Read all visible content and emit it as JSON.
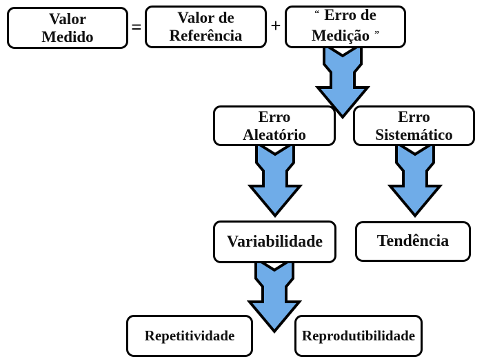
{
  "colors": {
    "arrow_fill": "#6FACE8",
    "arrow_stroke": "#000000",
    "box_border": "#000000",
    "background": "#FFFFFF"
  },
  "equation": {
    "measured": {
      "line1": "Valor",
      "line2": "Medido"
    },
    "equals_sign": "=",
    "reference": {
      "line1": "Valor de",
      "line2": "Referência"
    },
    "plus_sign": "+",
    "measurement_error": {
      "quote_open": "“",
      "line1": "Erro de",
      "line2": "Medição",
      "quote_close": "”"
    }
  },
  "nodes": {
    "random_error": {
      "line1": "Erro",
      "line2": "Aleatório"
    },
    "systematic_error": {
      "line1": "Erro",
      "line2": "Sistemático"
    },
    "variability": {
      "label": "Variabilidade"
    },
    "trend": {
      "label": "Tendência"
    },
    "repeatability": {
      "label": "Repetitividade"
    },
    "reproducibility": {
      "label": "Reprodutibilidade"
    }
  }
}
